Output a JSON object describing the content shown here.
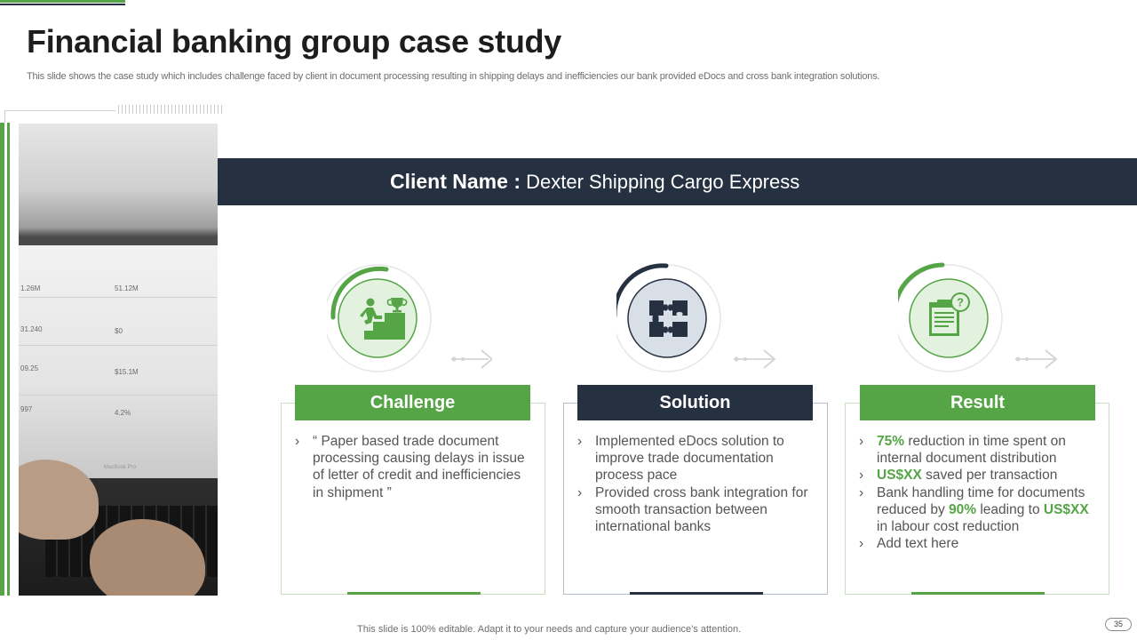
{
  "title": "Financial banking group case study",
  "subtitle": "This slide shows the case study which includes challenge faced by client in document processing resulting in shipping delays and inefficiencies our bank provided eDocs and cross bank integration solutions.",
  "client": {
    "label": "Client Name :",
    "value": " Dexter Shipping  Cargo Express"
  },
  "colors": {
    "green": "#55a547",
    "navy": "#253141",
    "light_green_fill": "#e3f1df",
    "light_navy_fill": "#d9dfe6"
  },
  "photo": {
    "icon": "laptop-photo",
    "device_label": "MacBook Pro",
    "screen_values": [
      "1.26M",
      "51.12M",
      "31.240",
      "$0",
      "09.25",
      "$15.1M",
      "997",
      "4.2%"
    ]
  },
  "columns": [
    {
      "heading": "Challenge",
      "icon": "stairs-trophy-icon",
      "bullets": [
        [
          {
            "t": "“ Paper based trade document processing causing delays in issue of letter of credit and inefficiencies in shipment ”"
          }
        ]
      ]
    },
    {
      "heading": "Solution",
      "icon": "puzzle-icon",
      "bullets": [
        [
          {
            "t": "Implemented  eDocs solution to improve trade documentation process pace"
          }
        ],
        [
          {
            "t": "Provided cross bank integration for smooth transaction  between international banks"
          }
        ]
      ]
    },
    {
      "heading": "Result",
      "icon": "clipboard-question-icon",
      "bullets": [
        [
          {
            "t": "75%",
            "hl": true
          },
          {
            "t": " reduction in time  spent on internal document distribution"
          }
        ],
        [
          {
            "t": "US$XX",
            "hl": true
          },
          {
            "t": " saved per transaction"
          }
        ],
        [
          {
            "t": "Bank handling time for documents reduced by "
          },
          {
            "t": "90%",
            "hl": true
          },
          {
            "t": " leading to "
          },
          {
            "t": "US$XX",
            "hl": true
          },
          {
            "t": " in labour cost reduction"
          }
        ],
        [
          {
            "t": "Add text here"
          }
        ]
      ]
    }
  ],
  "bullet_marker": "›",
  "footer": "This slide is 100% editable. Adapt it to your needs and capture your audience’s attention.",
  "page_number": "35"
}
